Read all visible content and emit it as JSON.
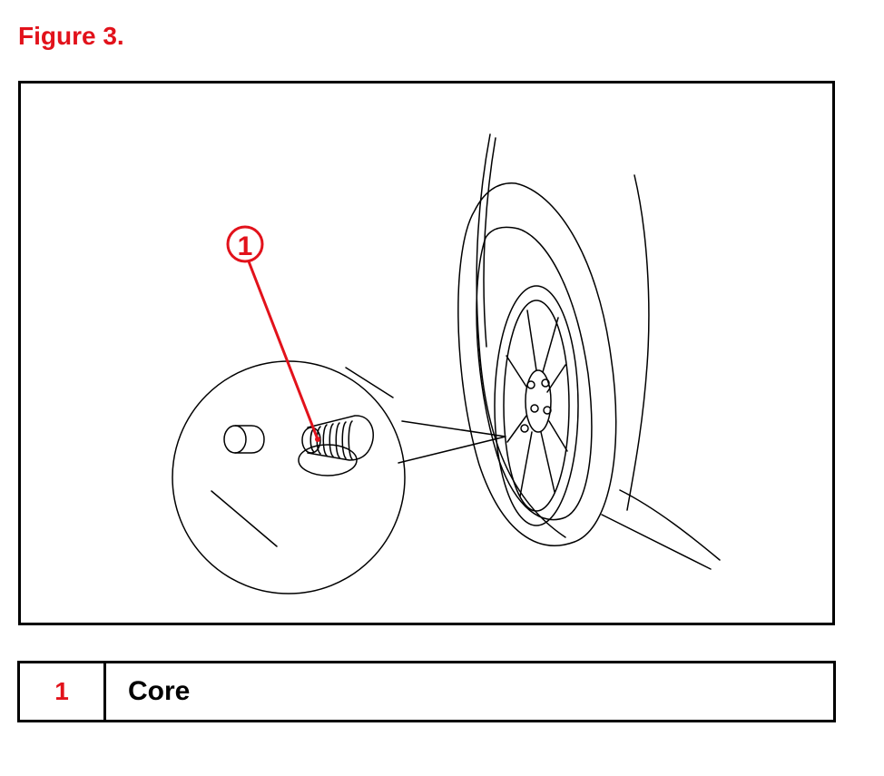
{
  "figure": {
    "title": "Figure 3.",
    "callout_number": "1"
  },
  "legend": {
    "rows": [
      {
        "number": "1",
        "label": "Core"
      }
    ]
  },
  "colors": {
    "accent": "#e2121b",
    "line": "#000000",
    "background": "#ffffff"
  },
  "icons": [
    "tire-illustration",
    "valve-stem-illustration",
    "callout-circle-icon"
  ]
}
